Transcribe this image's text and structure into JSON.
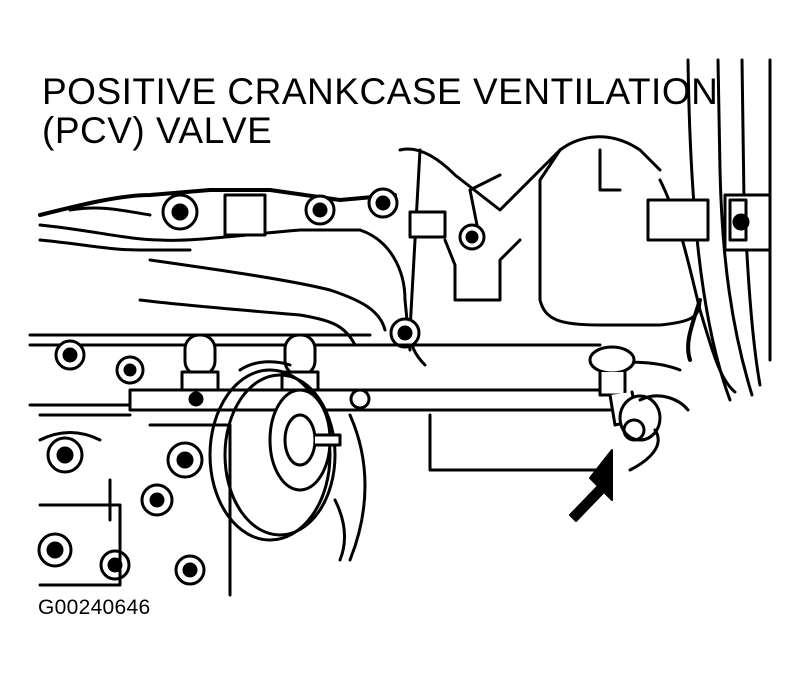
{
  "callout": {
    "line1": "POSITIVE CRANKCASE VENTILATION",
    "line2": "(PCV) VALVE"
  },
  "figure_id": "G00240646",
  "colors": {
    "ink": "#000000",
    "paper": "#ffffff"
  }
}
